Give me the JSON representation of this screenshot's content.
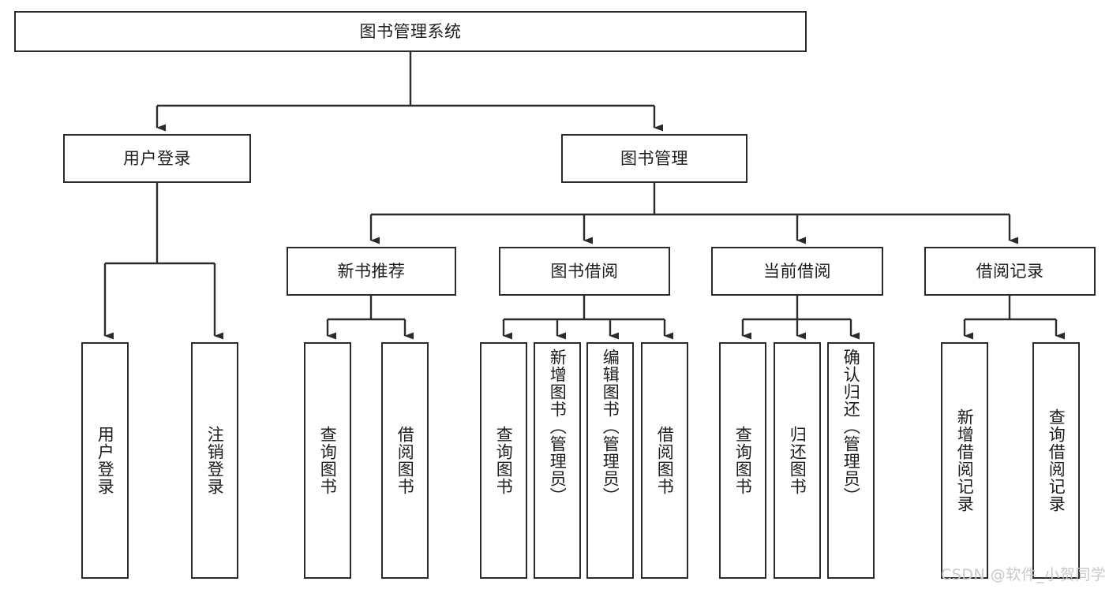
{
  "diagram": {
    "type": "tree",
    "title": "图书管理系统",
    "root": {
      "id": "root",
      "label": "图书管理系统"
    },
    "level2": [
      {
        "id": "user-login",
        "label": "用户登录"
      },
      {
        "id": "book-manage",
        "label": "图书管理"
      }
    ],
    "level3": [
      {
        "id": "new-book-recommend",
        "label": "新书推荐",
        "parent": "book-manage"
      },
      {
        "id": "book-borrow",
        "label": "图书借阅",
        "parent": "book-manage"
      },
      {
        "id": "current-borrow",
        "label": "当前借阅",
        "parent": "book-manage"
      },
      {
        "id": "borrow-record",
        "label": "借阅记录",
        "parent": "book-manage"
      }
    ],
    "leaves": [
      {
        "id": "leaf-user-login",
        "label": "用户登录",
        "parent": "user-login"
      },
      {
        "id": "leaf-logout",
        "label": "注销登录",
        "parent": "user-login"
      },
      {
        "id": "leaf-query-book-1",
        "label": "查询图书",
        "parent": "new-book-recommend"
      },
      {
        "id": "leaf-borrow-book-1",
        "label": "借阅图书",
        "parent": "new-book-recommend"
      },
      {
        "id": "leaf-query-book-2",
        "label": "查询图书",
        "parent": "book-borrow"
      },
      {
        "id": "leaf-add-book",
        "label": "新增图书（管理员）",
        "parent": "book-borrow"
      },
      {
        "id": "leaf-edit-book",
        "label": "编辑图书（管理员）",
        "parent": "book-borrow"
      },
      {
        "id": "leaf-borrow-book-2",
        "label": "借阅图书",
        "parent": "book-borrow"
      },
      {
        "id": "leaf-query-book-3",
        "label": "查询图书",
        "parent": "current-borrow"
      },
      {
        "id": "leaf-return-book",
        "label": "归还图书",
        "parent": "current-borrow"
      },
      {
        "id": "leaf-confirm-return",
        "label": "确认归还（管理员）",
        "parent": "current-borrow"
      },
      {
        "id": "leaf-add-record",
        "label": "新增借阅记录",
        "parent": "borrow-record"
      },
      {
        "id": "leaf-query-record",
        "label": "查询借阅记录",
        "parent": "borrow-record"
      }
    ],
    "colors": {
      "stroke": "#2b2b2b",
      "fill": "#ffffff",
      "text": "#1d1d1d",
      "watermark": "#c9c9c9"
    }
  },
  "watermark": {
    "text": "CSDN @软件_小贺同学"
  }
}
